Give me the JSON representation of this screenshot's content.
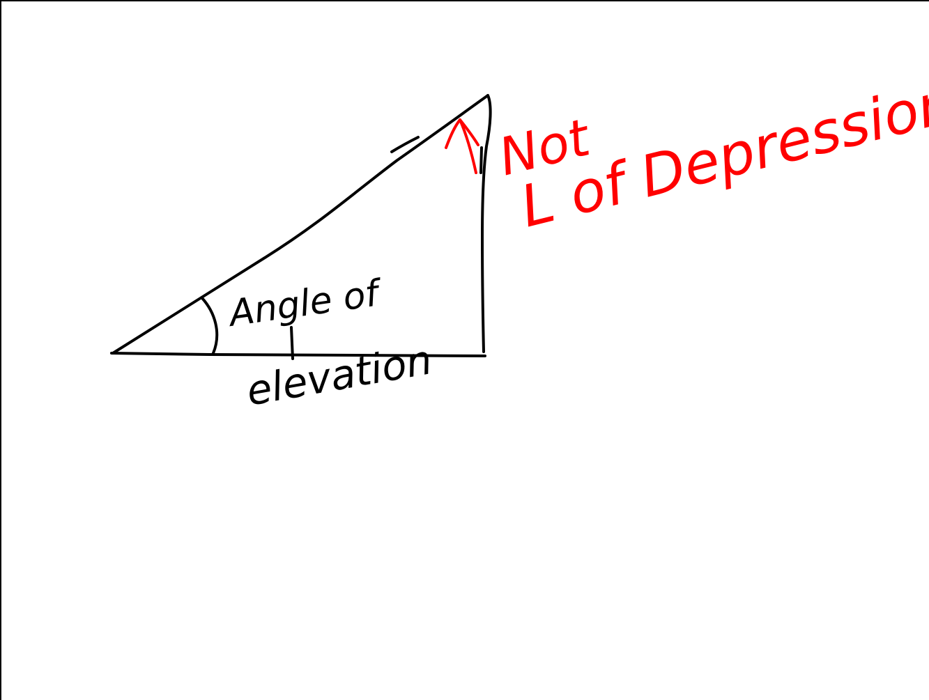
{
  "colors": {
    "ink": "#000000",
    "annotation": "#ff0000",
    "background": "#ffffff"
  },
  "labels": {
    "angle_line1": "Angle of",
    "angle_line2": "elevation",
    "annotation_line1": "Not",
    "annotation_line2": "L of Depression"
  }
}
